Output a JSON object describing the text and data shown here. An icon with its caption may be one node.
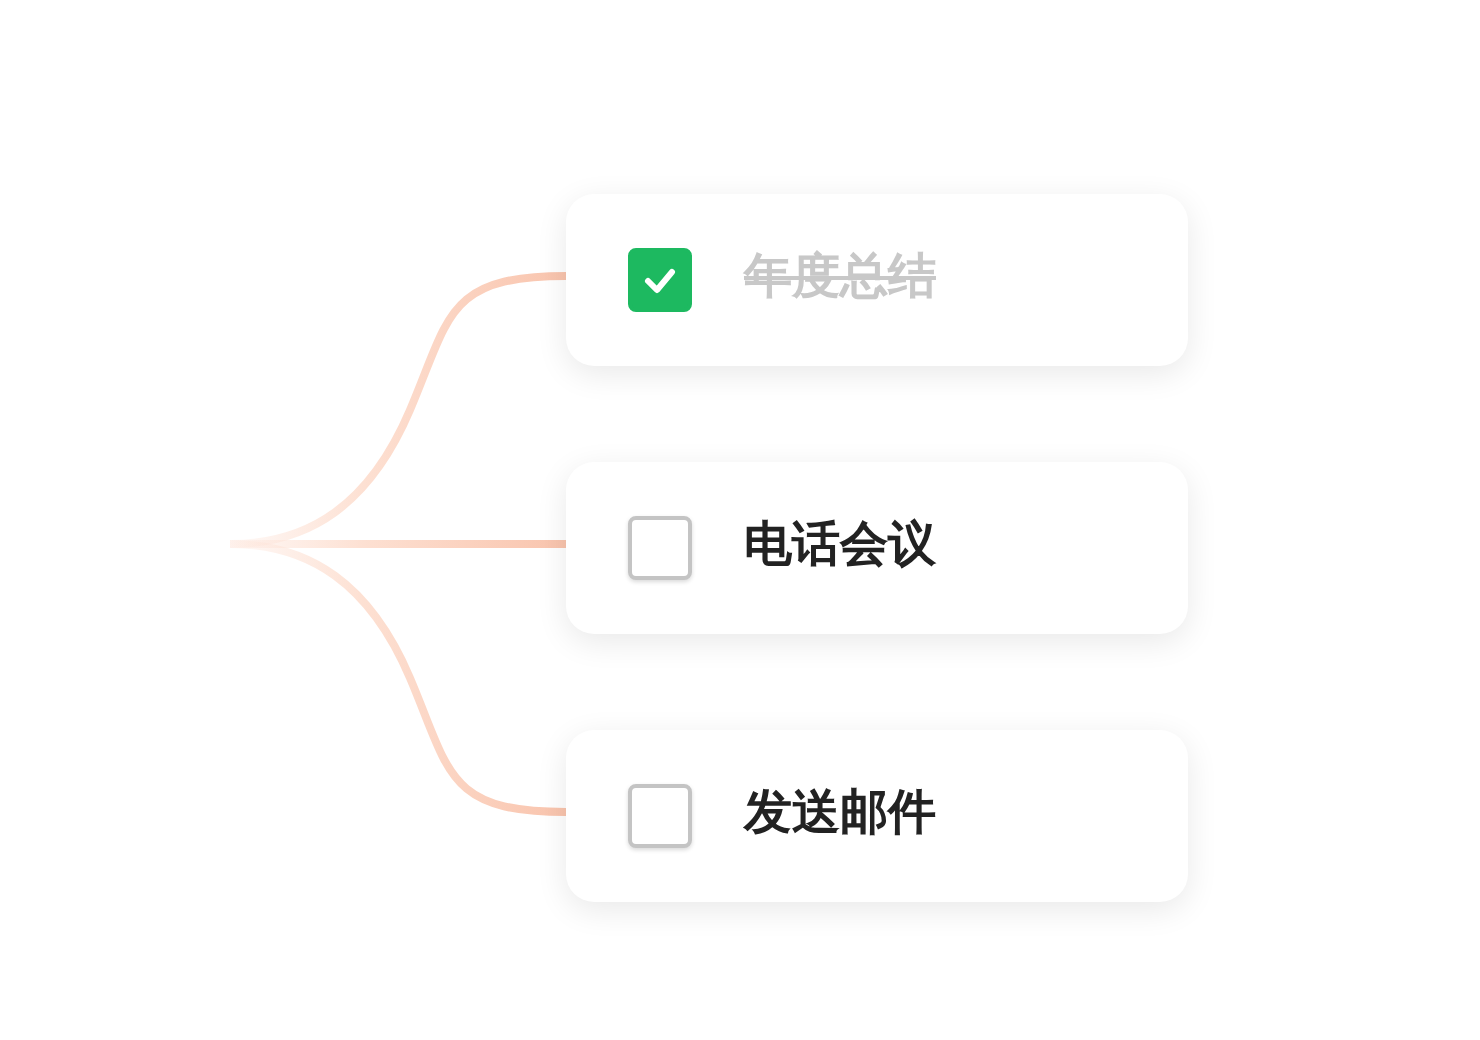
{
  "diagram": {
    "nodes": [
      {
        "text": [
          "年度总结"
        ]
      },
      {
        "text": [
          "电话会议"
        ]
      },
      {
        "text": [
          "发送邮件"
        ]
      }
    ],
    "edges": [
      {
        "from": null,
        "to": 0,
        "arrow": "none"
      },
      {
        "from": null,
        "to": 1,
        "arrow": "none"
      },
      {
        "from": null,
        "to": 2,
        "arrow": "none"
      }
    ]
  }
}
